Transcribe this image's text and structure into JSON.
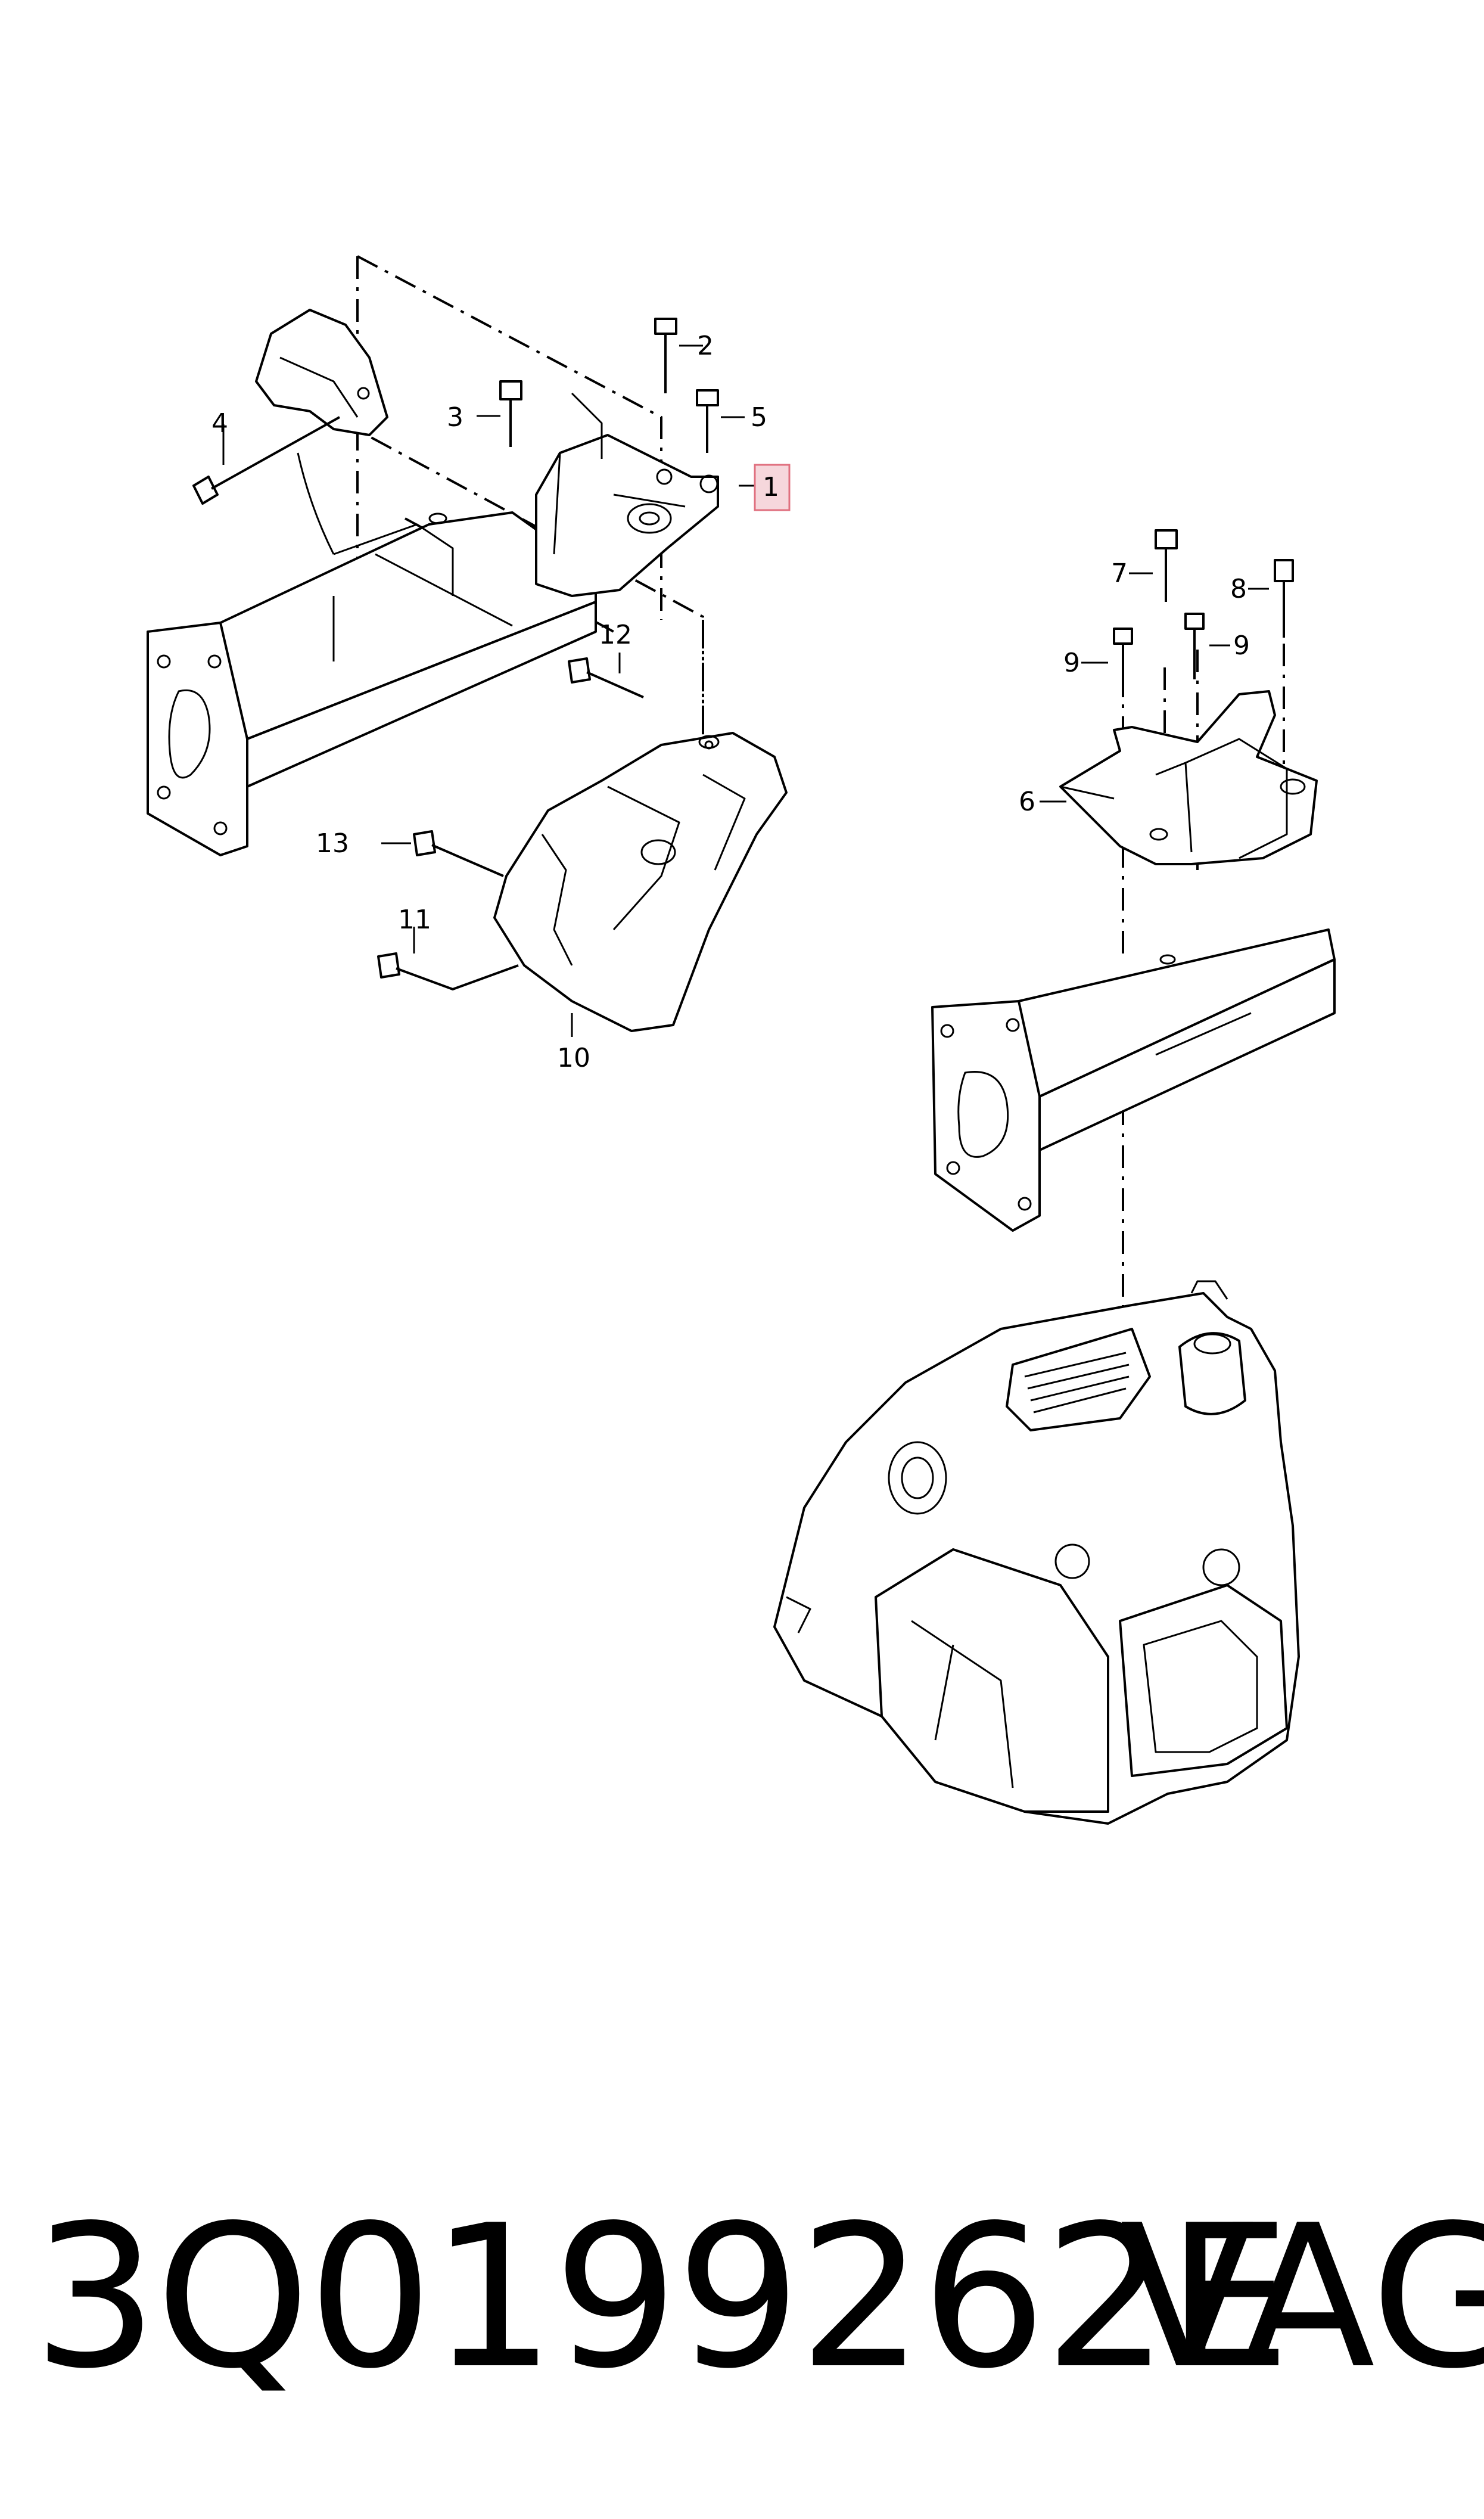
{
  "callouts": {
    "c1": "1",
    "c2": "2",
    "c3": "3",
    "c4": "4",
    "c5": "5",
    "c6": "6",
    "c7": "7",
    "c8": "8",
    "c9a": "9",
    "c9b": "9",
    "c10": "10",
    "c11": "11",
    "c12": "12",
    "c13": "13"
  },
  "highlight_color": "#f6d7dc",
  "highlight_border": "#e0707f",
  "footer": {
    "part_number": "3Q0199262E",
    "brand": "VAG"
  }
}
